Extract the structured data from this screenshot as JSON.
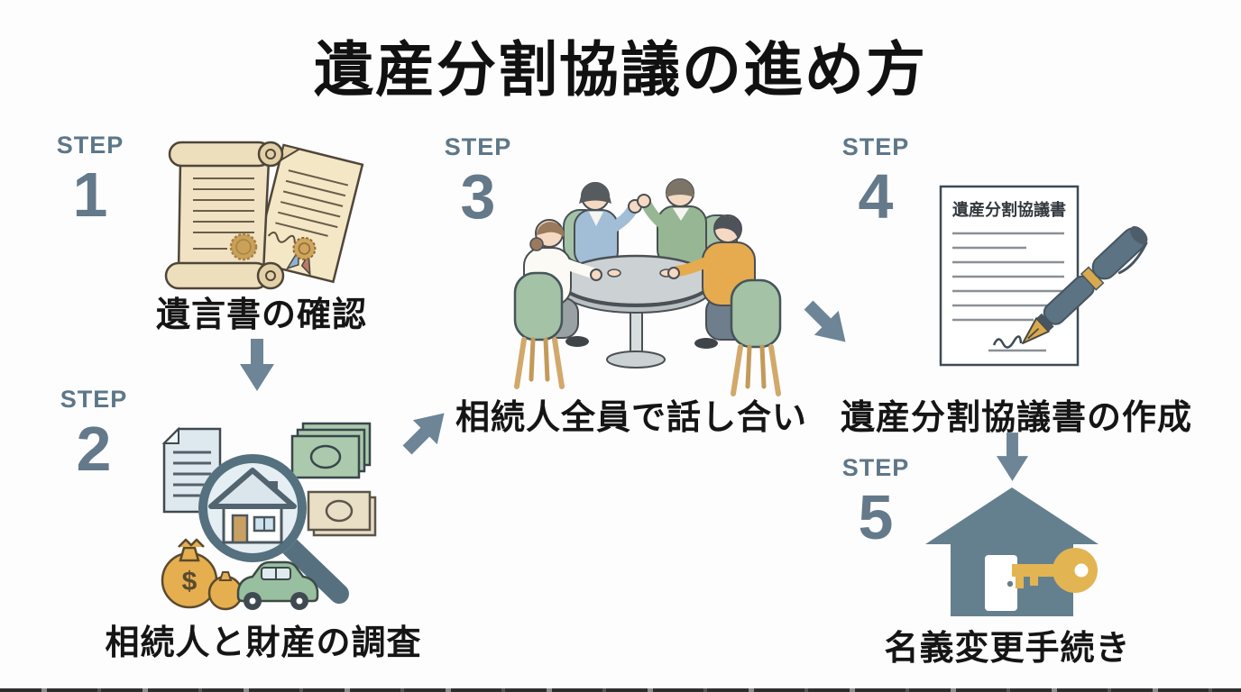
{
  "title": "遺産分割協議の進め方",
  "steps": [
    {
      "label": "STEP",
      "number": "1",
      "caption": "遺言書の確認",
      "icon": "will-scrolls"
    },
    {
      "label": "STEP",
      "number": "2",
      "caption": "相続人と財産の調査",
      "icon": "asset-search"
    },
    {
      "label": "STEP",
      "number": "3",
      "caption": "相続人全員で話し合い",
      "icon": "family-meeting"
    },
    {
      "label": "STEP",
      "number": "4",
      "caption": "遺産分割協議書の作成",
      "icon": "agreement-signing"
    },
    {
      "label": "STEP",
      "number": "5",
      "caption": "名義変更手続き",
      "icon": "house-key"
    }
  ],
  "illustrations": {
    "agreement_document_title": "遺産分割協議書",
    "money_bag_symbol": "$"
  },
  "colors": {
    "step_label": "#5d7789",
    "step_number": "#64798a",
    "arrow": "#6d8596",
    "heading_text": "#151515",
    "parchment": "#f0e2c2",
    "seal_gold": "#c9a157",
    "slate_illustration": "#5c7383",
    "banknote_green": "#abc9ad",
    "banknote_beige": "#e9dec6",
    "money_bag_gold": "#e5ae4f",
    "car_green": "#98bf9f",
    "chair_sage": "#a3c2a6",
    "sweater_green": "#97b794",
    "sweater_orange": "#e5ab4e",
    "cardigan_blue": "#a2bdd6",
    "house_slate": "#64808f",
    "key_gold": "#e3b452",
    "pen_gold": "#d9a94e"
  }
}
